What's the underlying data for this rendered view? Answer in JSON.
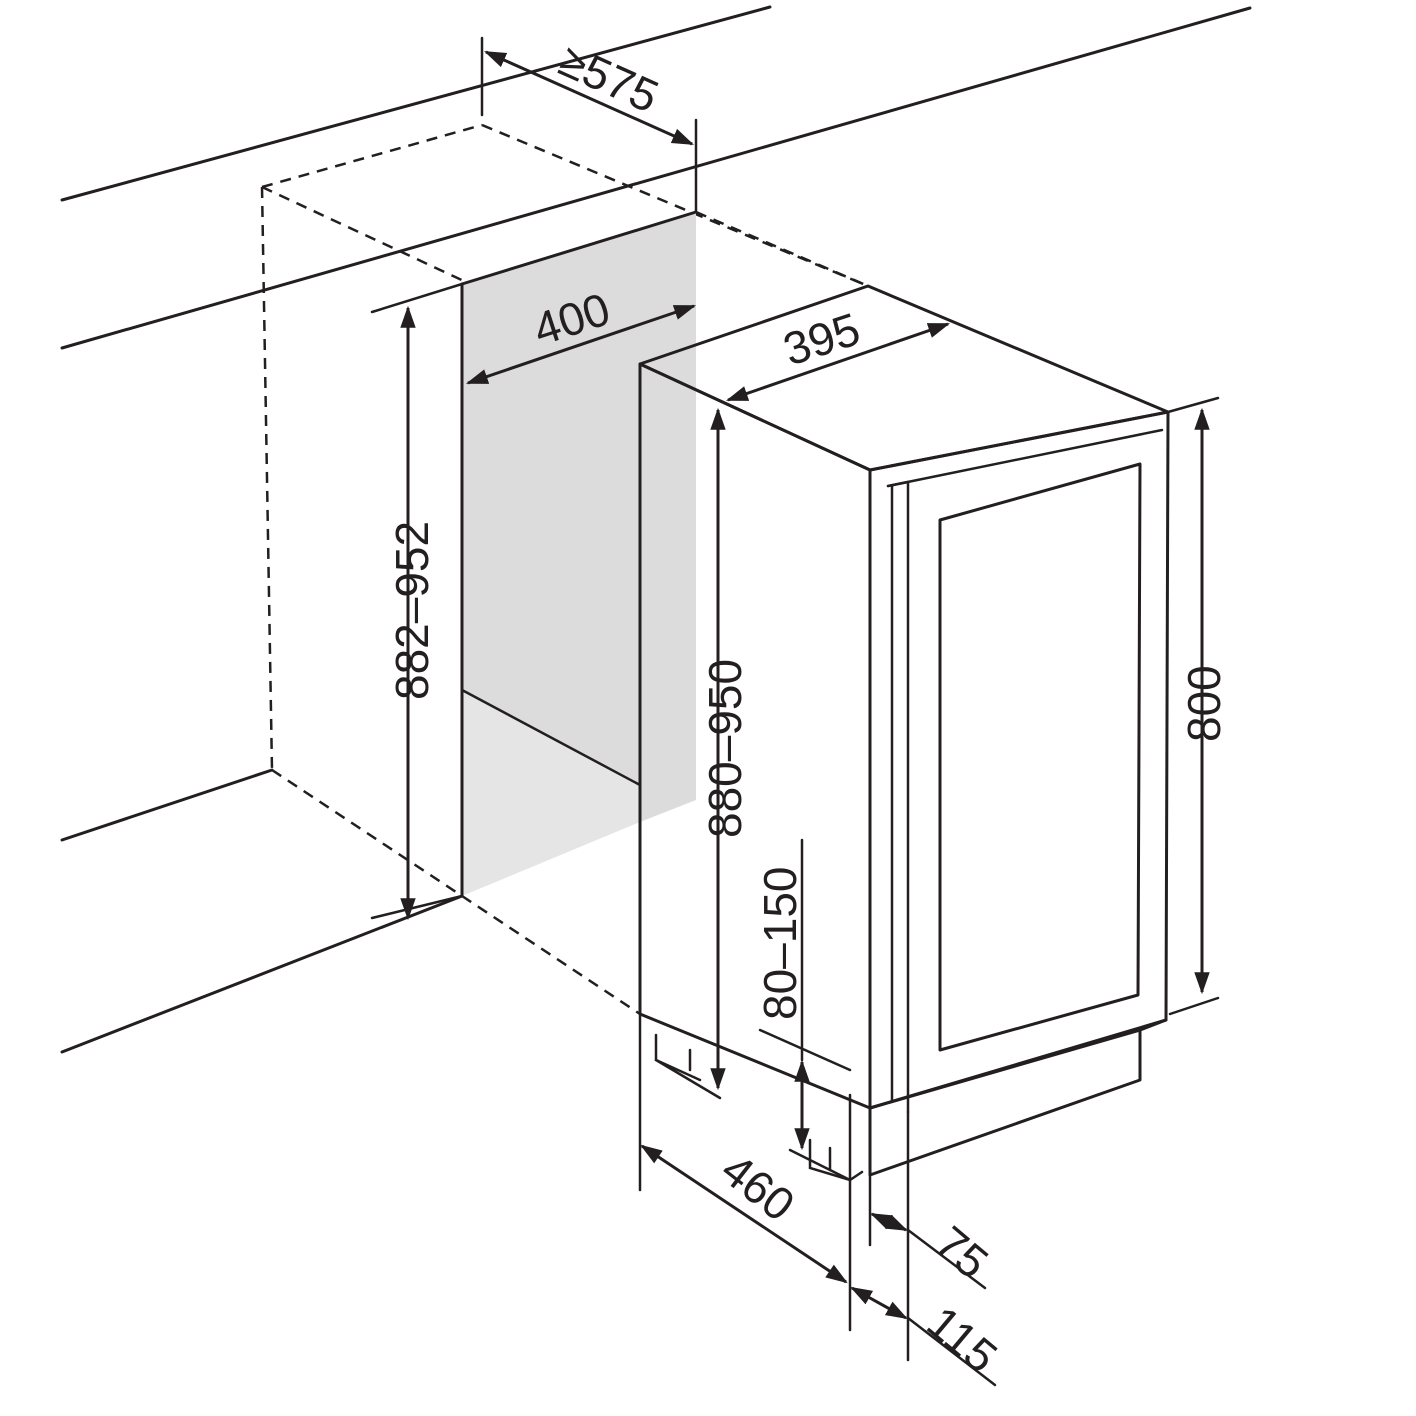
{
  "colors": {
    "line": "#231f20",
    "niche_panel": "#dcdcdc",
    "glass_light": "#fdfdfd",
    "glass_dark": "#d6d6d6",
    "background": "#ffffff"
  },
  "dimensions": {
    "niche_depth_min": "≥575",
    "niche_width": "400",
    "niche_height": "882–952",
    "unit_width": "395",
    "unit_height": "880–950",
    "door_height": "800",
    "feet_adjust": "80–150",
    "unit_depth": "460",
    "door_thickness": "75",
    "door_opening": "115"
  }
}
